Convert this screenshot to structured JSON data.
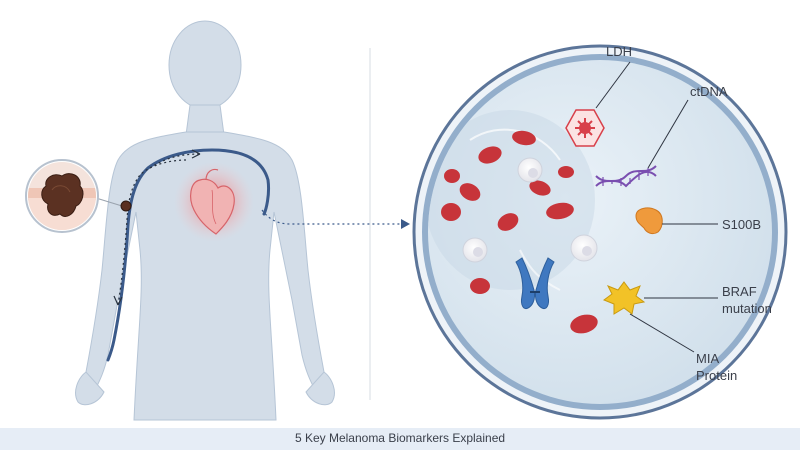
{
  "labels": {
    "ldh": "LDH",
    "ctdna": "ctDNA",
    "s100b": "S100B",
    "braf_line1": "BRAF",
    "braf_line2": "mutation",
    "mia_line1": "MIA",
    "mia_line2": "Protein"
  },
  "caption": "5 Key Melanoma Biomarkers Explained",
  "colors": {
    "body_fill": "#d3dde8",
    "vessel": "#3b5a8a",
    "blood_cell": "#c7343a",
    "heart": "#e97f7f",
    "circle_rim": "#8ea8c8",
    "circle_inner": "#dbe7f1",
    "ldh": "#d8404a",
    "dna": "#7a4fb0",
    "s100b": "#ef9a3c",
    "braf": "#f2c227",
    "chromosome": "#3f78c0",
    "caption_bar": "#e6edf6"
  }
}
